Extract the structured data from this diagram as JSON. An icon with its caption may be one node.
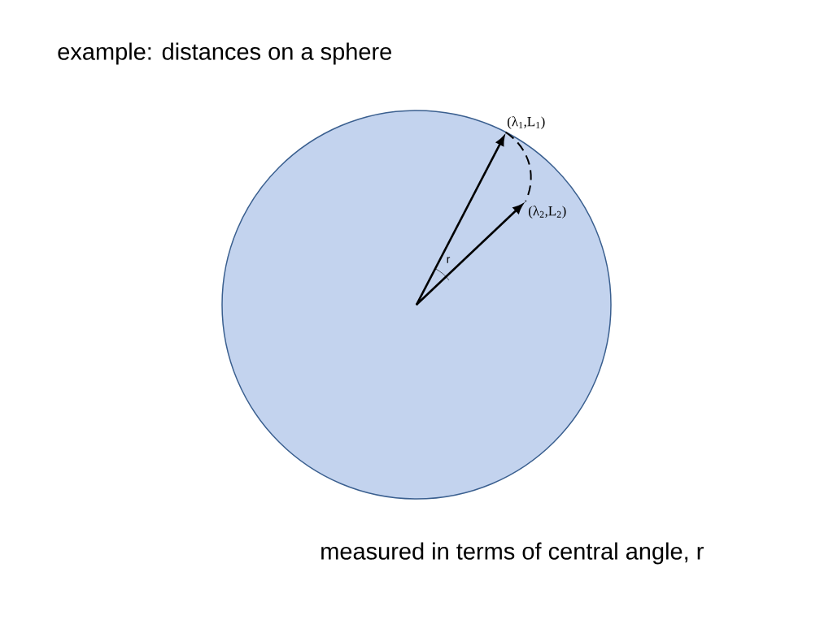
{
  "diagram": {
    "title": "example:   distances on a sphere",
    "caption": "measured in terms of central angle, r",
    "nodes": [
      {
        "text": [],
        "shape": "circle"
      },
      {
        "text": [],
        "shape": "point",
        "in": 0
      },
      {
        "text": [],
        "shape": "point",
        "in": 0,
        "beside": [
          "(λ$_{1}$,L$_{1}$)"
        ]
      },
      {
        "text": [],
        "shape": "point",
        "in": 0,
        "beside": [
          "(λ$_{2}$,L$_{2}$)"
        ]
      }
    ],
    "edges": [
      {
        "from": 1,
        "to": 2,
        "arrow": "to"
      },
      {
        "from": 1,
        "to": 3,
        "arrow": "to"
      },
      {
        "from": 2,
        "to": 3,
        "arrow": "none",
        "style": "dashed"
      }
    ],
    "labels": [
      "r"
    ]
  }
}
